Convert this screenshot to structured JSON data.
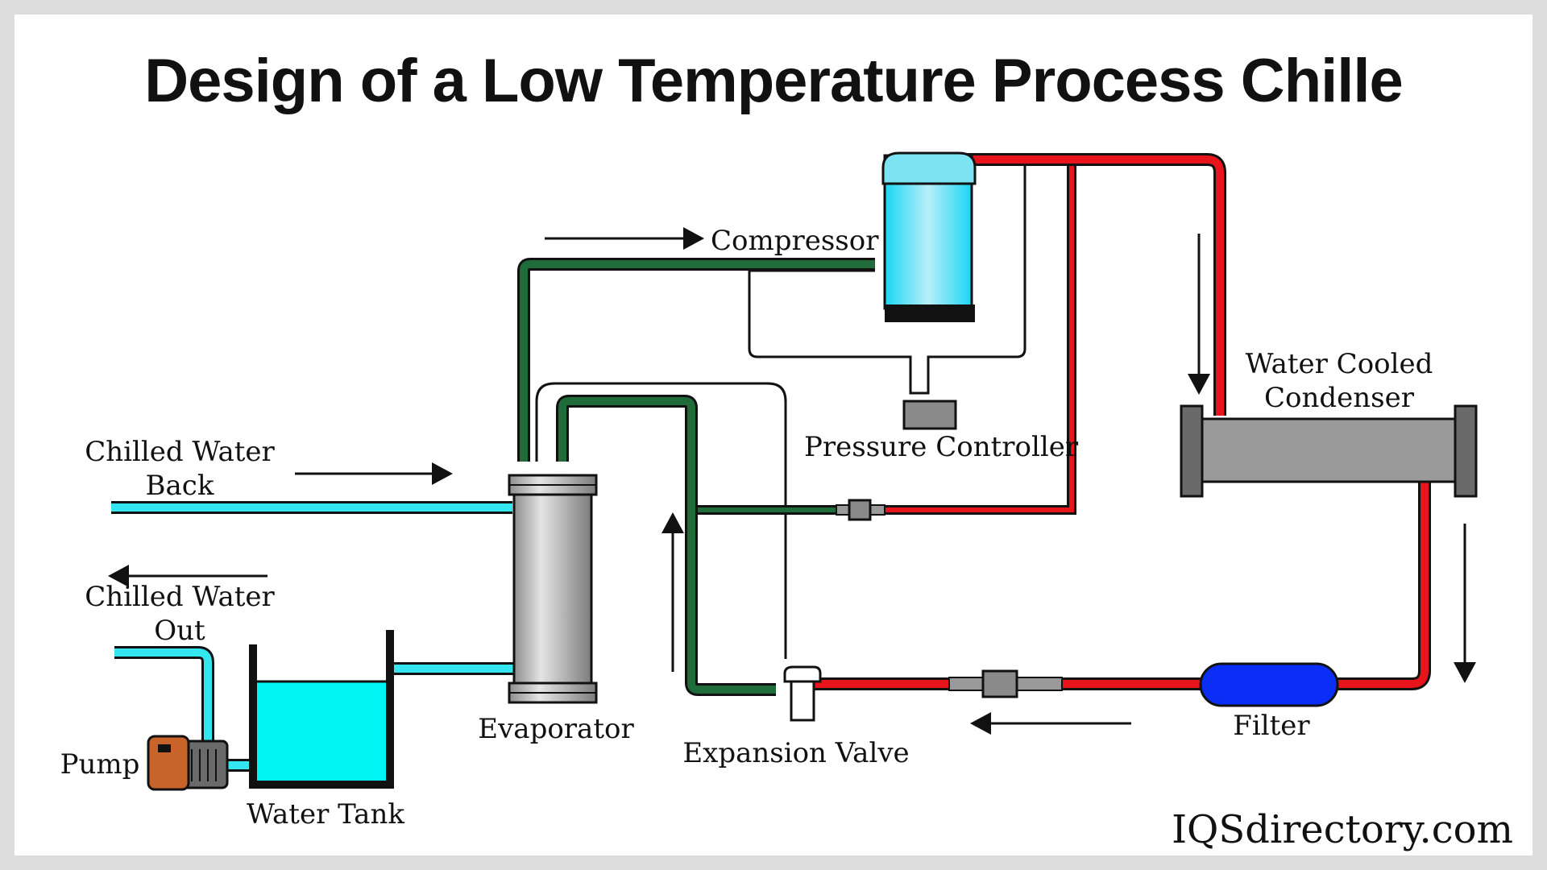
{
  "title": "Design of a Low Temperature Process Chille",
  "labels": {
    "compressor": "Compressor",
    "pressure_controller": "Pressure Controller",
    "condenser_line1": "Water Cooled",
    "condenser_line2": "Condenser",
    "chilled_back_line1": "Chilled Water",
    "chilled_back_line2": "Back",
    "chilled_out_line1": "Chilled Water",
    "chilled_out_line2": "Out",
    "evaporator": "Evaporator",
    "expansion_valve": "Expansion Valve",
    "filter": "Filter",
    "pump": "Pump",
    "water_tank": "Water Tank"
  },
  "watermark": "IQSdirectory.com",
  "colors": {
    "hot_line": "#e8141c",
    "suction_line": "#1f6b3a",
    "water_line": "#33e6f0",
    "component_gray": "#a3a3a3",
    "filter_blue": "#0a2ef5",
    "pump_orange": "#c8642a",
    "compressor_cyan": "#66e0f5"
  }
}
